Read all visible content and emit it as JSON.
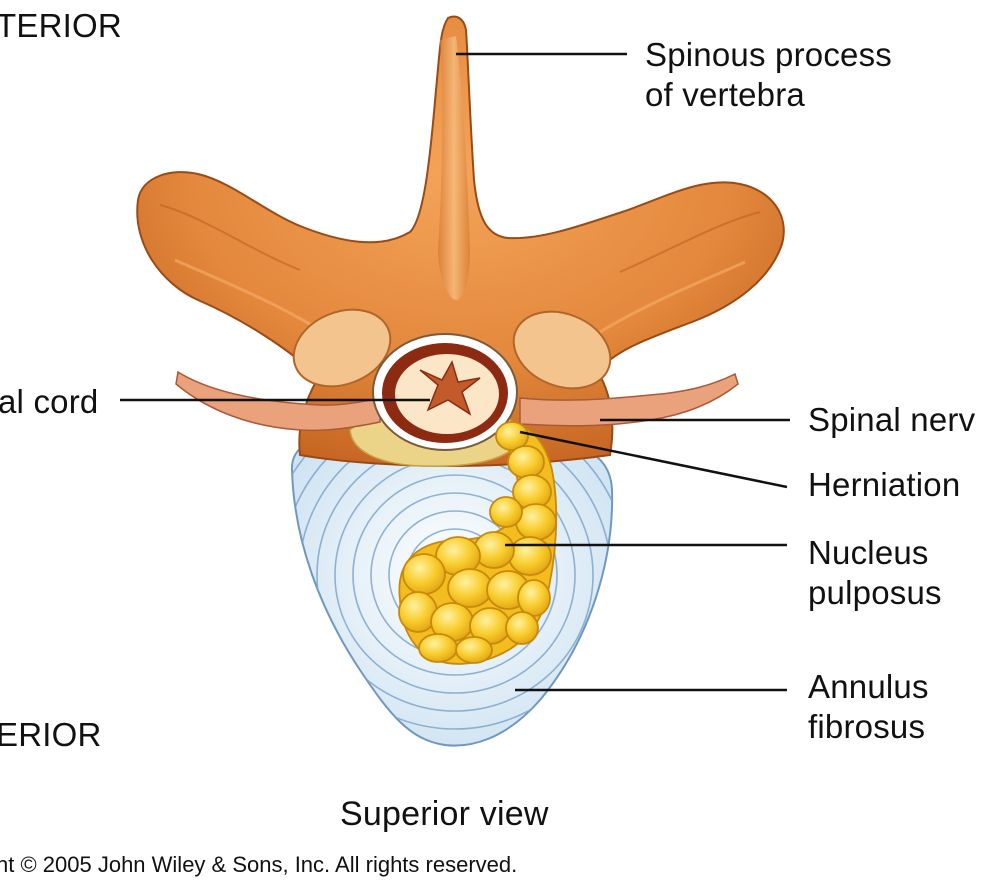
{
  "labels": {
    "posterior": "TERIOR",
    "anterior": "ERIOR",
    "spinous_process": [
      "Spinous process",
      "of vertebra"
    ],
    "spinal_cord": "al cord",
    "spinal_nerve": "Spinal nerv",
    "herniation": "Herniation",
    "nucleus_pulposus": [
      "Nucleus",
      "pulposus"
    ],
    "annulus_fibrosus": [
      "Annulus",
      "fibrosus"
    ]
  },
  "caption": "Superior view",
  "copyright": "nt © 2005 John Wiley & Sons, Inc.  All rights reserved.",
  "colors": {
    "bone": "#e3883c",
    "bone_dark": "#b85a1c",
    "disc": "#dcecf6",
    "disc_lines": "#7fa6cc",
    "nucleus": "#f6c21c",
    "cord_outer": "#8c2a12",
    "cord_inner": "#fbe7c7",
    "leader": "#111111"
  }
}
